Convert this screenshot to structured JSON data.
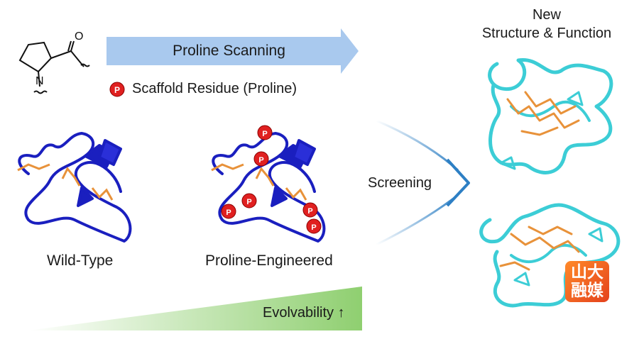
{
  "arrow": {
    "label": "Proline Scanning",
    "color": "#a9c9ee"
  },
  "legend": {
    "marker_letter": "P",
    "label": "Scaffold Residue (Proline)"
  },
  "proteins": {
    "wild_type": {
      "label": "Wild-Type",
      "color": "#1a1fbf"
    },
    "proline_engineered": {
      "label": "Proline-Engineered",
      "color": "#1a1fbf",
      "marker_color": "#e02020"
    }
  },
  "screening": {
    "label": "Screening"
  },
  "result": {
    "title_line1": "New",
    "title_line2": "Structure & Function",
    "color": "#3ccdd6",
    "bond_color": "#e8923a"
  },
  "evolvability": {
    "label": "Evolvability ↑",
    "color": "#8fcf70"
  },
  "watermark": {
    "line1": "山大",
    "line2": "融媒"
  }
}
